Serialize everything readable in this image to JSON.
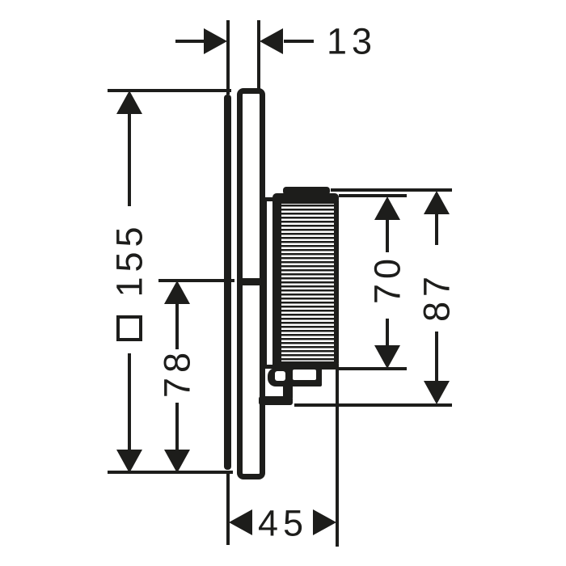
{
  "drawing": {
    "labels": {
      "plate_depth": "13",
      "plate_height": "155",
      "center_to_bottom": "78",
      "handle_height": "70",
      "handle_total_height": "87",
      "protrusion": "45"
    },
    "symbols": {
      "square_plate": "□"
    },
    "colors": {
      "ink": "#1d1d1b",
      "background": "#ffffff"
    }
  }
}
